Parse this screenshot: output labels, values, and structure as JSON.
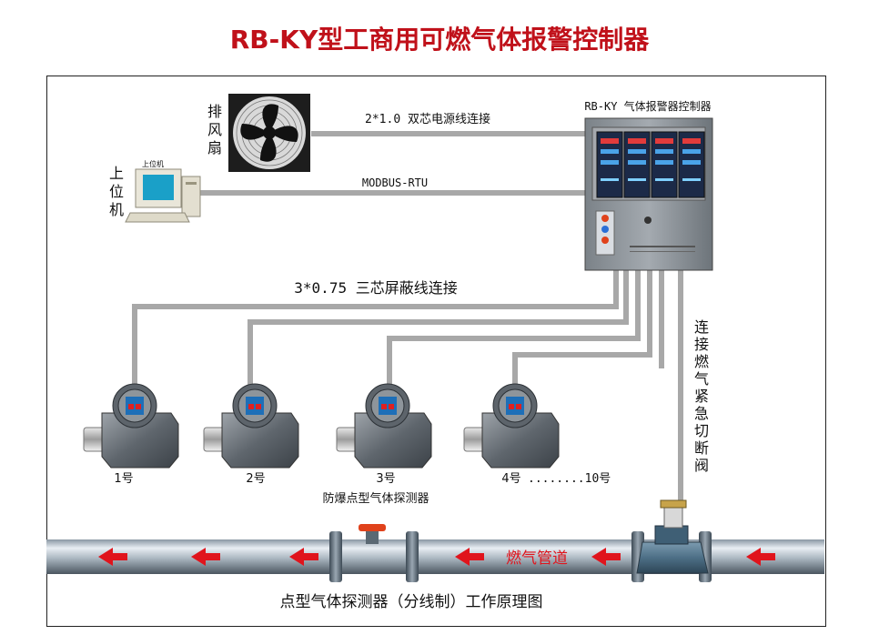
{
  "title": "RB-KY型工商用可燃气体报警控制器",
  "fan_label": "排风扇",
  "pc_label": "上位机",
  "pc_screen_label": "上位机",
  "controller_label": "RB-KY 气体报警器控制器",
  "cable_power": "2*1.0 双芯电源线连接",
  "cable_modbus": "MODBUS-RTU",
  "cable_shield": "3*0.75 三芯屏蔽线连接",
  "valve_label": "连接燃气紧急切断阀",
  "detectors": [
    "1号",
    "2号",
    "3号",
    "4号",
    "........10号"
  ],
  "detector_caption": "防爆点型气体探测器",
  "pipe_label": "燃气管道",
  "bottom_caption": "点型气体探测器（分线制）工作原理图",
  "colors": {
    "title": "#c0111a",
    "cable": "#a8a8a8",
    "arrow": "#e0141c",
    "pipe_label": "#e0141c"
  }
}
